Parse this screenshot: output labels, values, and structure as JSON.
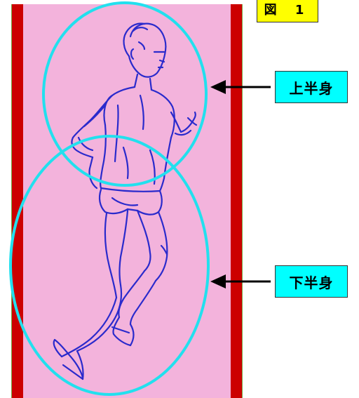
{
  "figure_label": "図 1",
  "labels": {
    "upper_body": "上半身",
    "lower_body": "下半身"
  },
  "colors": {
    "background": "#ffffff",
    "panel_border": "#cc0000",
    "panel_fill": "#f3b3dc",
    "circle": "#22e0ee",
    "sketch": "#2a2acc",
    "figure_label_bg": "#ffff00",
    "tag_bg": "#00ffff",
    "arrow": "#000000"
  },
  "icons": {
    "runner": "runner-line-drawing",
    "arrow": "left-arrow"
  }
}
